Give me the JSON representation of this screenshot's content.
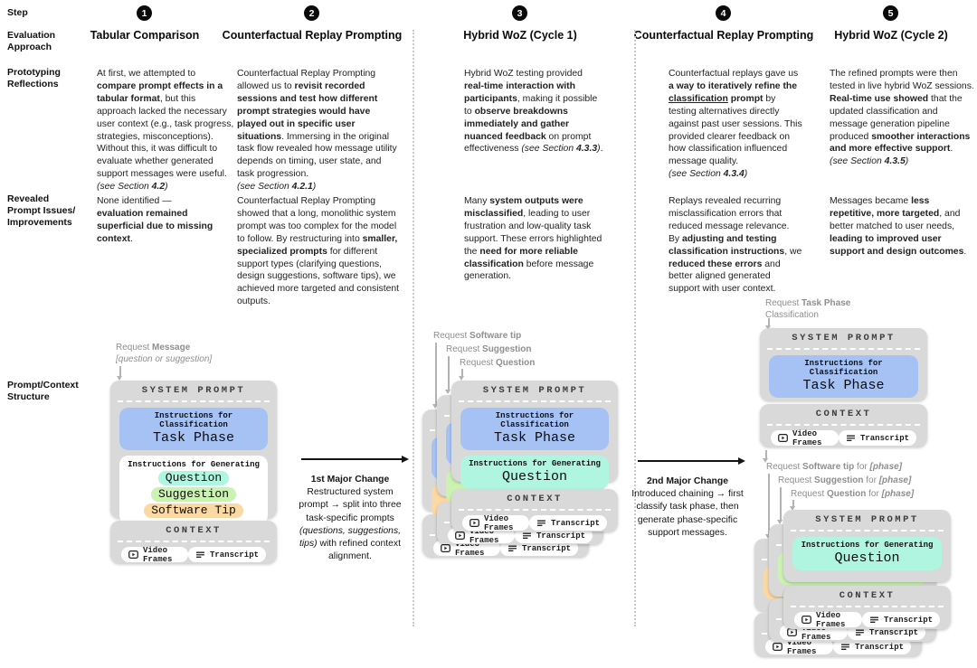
{
  "row_labels": {
    "step": "Step",
    "evaluation": "Evaluation\nApproach",
    "reflections": "Prototyping\nReflections",
    "issues": "Revealed\nPrompt Issues/\nImprovements",
    "structure": "Prompt/Context\nStructure"
  },
  "columns": [
    {
      "step_number": "1",
      "title": "Tabular Comparison",
      "reflections": [
        {
          "t": "At first, we attempted to ",
          "s": ""
        },
        {
          "t": "compare prompt effects in a tabular format",
          "s": "b"
        },
        {
          "t": ", but this approach lacked the necessary user context (e.g., task progress, strategies, misconceptions). Without this, it was difficult to evaluate whether generated support messages were useful.\n",
          "s": ""
        },
        {
          "t": "(see Section ",
          "s": "i"
        },
        {
          "t": "4.2",
          "s": "bi"
        },
        {
          "t": ")",
          "s": "i"
        }
      ],
      "issues": [
        {
          "t": "None identified —\n",
          "s": ""
        },
        {
          "t": "evaluation remained superficial due to missing context",
          "s": "b"
        },
        {
          "t": ".",
          "s": ""
        }
      ]
    },
    {
      "step_number": "2",
      "title": "Counterfactual Replay Prompting",
      "reflections": [
        {
          "t": "Counterfactual Replay Prompting allowed us to ",
          "s": ""
        },
        {
          "t": "revisit recorded sessions and test how different prompt strategies would have played out in specific user situations",
          "s": "b"
        },
        {
          "t": ". Immersing in the original task flow revealed how message utility depends on timing, user state, and task progression.\n",
          "s": ""
        },
        {
          "t": "(see Section ",
          "s": "i"
        },
        {
          "t": "4.2.1",
          "s": "bi"
        },
        {
          "t": ")",
          "s": "i"
        }
      ],
      "issues": [
        {
          "t": "Counterfactual Replay Prompting showed that a long, monolithic system prompt was too complex for the model to follow. By restructuring into ",
          "s": ""
        },
        {
          "t": "smaller, specialized prompts",
          "s": "b"
        },
        {
          "t": " for different support types (clarifying questions, design suggestions, software tips), we achieved more targeted and consistent outputs.",
          "s": ""
        }
      ]
    },
    {
      "step_number": "3",
      "title": "Hybrid WoZ (Cycle 1)",
      "reflections": [
        {
          "t": "Hybrid WoZ testing provided ",
          "s": ""
        },
        {
          "t": "real-time interaction with participants",
          "s": "b"
        },
        {
          "t": ", making it possible to ",
          "s": ""
        },
        {
          "t": "observe breakdowns immediately and gather nuanced feedback",
          "s": "b"
        },
        {
          "t": " on prompt effectiveness ",
          "s": ""
        },
        {
          "t": "(see Section ",
          "s": "i"
        },
        {
          "t": "4.3.3",
          "s": "bi"
        },
        {
          "t": ")",
          "s": "i"
        },
        {
          "t": ".",
          "s": ""
        }
      ],
      "issues": [
        {
          "t": "Many ",
          "s": ""
        },
        {
          "t": "system outputs were misclassified",
          "s": "b"
        },
        {
          "t": ", leading to user frustration and low-quality task support. These errors highlighted the ",
          "s": ""
        },
        {
          "t": "need for more reliable classification",
          "s": "b"
        },
        {
          "t": " before message generation.",
          "s": ""
        }
      ]
    },
    {
      "step_number": "4",
      "title": "Counterfactual Replay Prompting",
      "reflections": [
        {
          "t": "Counterfactual replays gave us ",
          "s": ""
        },
        {
          "t": "a way to iteratively refine the ",
          "s": "b"
        },
        {
          "t": "classification",
          "s": "bu"
        },
        {
          "t": " prompt",
          "s": "b"
        },
        {
          "t": " by testing alternatives directly against past user sessions. This provided clearer feedback on how classification influenced message quality.\n",
          "s": ""
        },
        {
          "t": "(see Section ",
          "s": "i"
        },
        {
          "t": "4.3.4",
          "s": "bi"
        },
        {
          "t": ")",
          "s": "i"
        }
      ],
      "issues": [
        {
          "t": "Replays revealed recurring misclassification errors that reduced message relevance. By ",
          "s": ""
        },
        {
          "t": "adjusting and testing classification instructions",
          "s": "b"
        },
        {
          "t": ", we ",
          "s": ""
        },
        {
          "t": "reduced these errors",
          "s": "b"
        },
        {
          "t": " and better aligned generated support with user context.",
          "s": ""
        }
      ]
    },
    {
      "step_number": "5",
      "title": "Hybrid WoZ (Cycle 2)",
      "reflections": [
        {
          "t": "The refined prompts were then tested in live hybrid WoZ sessions. ",
          "s": ""
        },
        {
          "t": "Real-time use showed",
          "s": "b"
        },
        {
          "t": " that the updated classification and message generation pipeline produced ",
          "s": ""
        },
        {
          "t": "smoother interactions and more effective support",
          "s": "b"
        },
        {
          "t": ".\n",
          "s": ""
        },
        {
          "t": "(see Section ",
          "s": "i"
        },
        {
          "t": "4.3.5",
          "s": "bi"
        },
        {
          "t": ")",
          "s": "i"
        }
      ],
      "issues": [
        {
          "t": "Messages became ",
          "s": ""
        },
        {
          "t": "less repetitive, more targeted",
          "s": "b"
        },
        {
          "t": ", and better matched to user needs, ",
          "s": ""
        },
        {
          "t": "leading to improved user support and design outcomes",
          "s": "b"
        },
        {
          "t": ".",
          "s": ""
        }
      ]
    }
  ],
  "changes": [
    {
      "heading": "1st Major Change",
      "body": [
        {
          "t": "Restructured system prompt → split into three task-specific prompts ",
          "s": ""
        },
        {
          "t": "(questions, suggestions, tips)",
          "s": "i"
        },
        {
          "t": " with refined context alignment.",
          "s": ""
        }
      ]
    },
    {
      "heading": "2nd Major Change",
      "body": [
        {
          "t": "Introduced chaining → first classify task phase, then generate phase-specific support messages.",
          "s": ""
        }
      ]
    }
  ],
  "card": {
    "system_prompt_title": "SYSTEM PROMPT",
    "context_title": "CONTEXT",
    "classification_label": "Instructions for Classification",
    "task_phase": "Task Phase",
    "generating_label": "Instructions for Generating",
    "question": "Question",
    "suggestion": "Suggestion",
    "software_tip": "Software Tip",
    "video_frames": "Video Frames",
    "transcript": "Transcript"
  },
  "colors": {
    "classification_pill": "#a6c2f5",
    "question_pill": "#b0f5e0",
    "suggestion_pill": "#ccf2b3",
    "software_tip_pill": "#fbd9a4"
  },
  "diagram1": {
    "request": [
      {
        "t": "Request ",
        "s": ""
      },
      {
        "t": "Message",
        "s": "b"
      },
      {
        "t": "\n",
        "s": ""
      },
      {
        "t": "[question or suggestion]",
        "s": "i"
      }
    ]
  },
  "diagram2": {
    "requests": [
      [
        {
          "t": "Request ",
          "s": ""
        },
        {
          "t": "Software tip",
          "s": "b"
        }
      ],
      [
        {
          "t": "Request ",
          "s": ""
        },
        {
          "t": "Suggestion",
          "s": "b"
        }
      ],
      [
        {
          "t": "Request ",
          "s": ""
        },
        {
          "t": "Question",
          "s": "b"
        }
      ]
    ]
  },
  "diagram3": {
    "request_top": [
      {
        "t": "Request ",
        "s": ""
      },
      {
        "t": "Task Phase",
        "s": "b"
      },
      {
        "t": "\nClassification",
        "s": ""
      }
    ],
    "requests": [
      [
        {
          "t": "Request ",
          "s": ""
        },
        {
          "t": "Software tip",
          "s": "b"
        },
        {
          "t": " for ",
          "s": ""
        },
        {
          "t": "[phase]",
          "s": "bi"
        }
      ],
      [
        {
          "t": "Request ",
          "s": ""
        },
        {
          "t": "Suggestion",
          "s": "b"
        },
        {
          "t": " for ",
          "s": ""
        },
        {
          "t": "[phase]",
          "s": "bi"
        }
      ],
      [
        {
          "t": "Request ",
          "s": ""
        },
        {
          "t": "Question",
          "s": "b"
        },
        {
          "t": " for ",
          "s": ""
        },
        {
          "t": "[phase]",
          "s": "bi"
        }
      ]
    ]
  }
}
